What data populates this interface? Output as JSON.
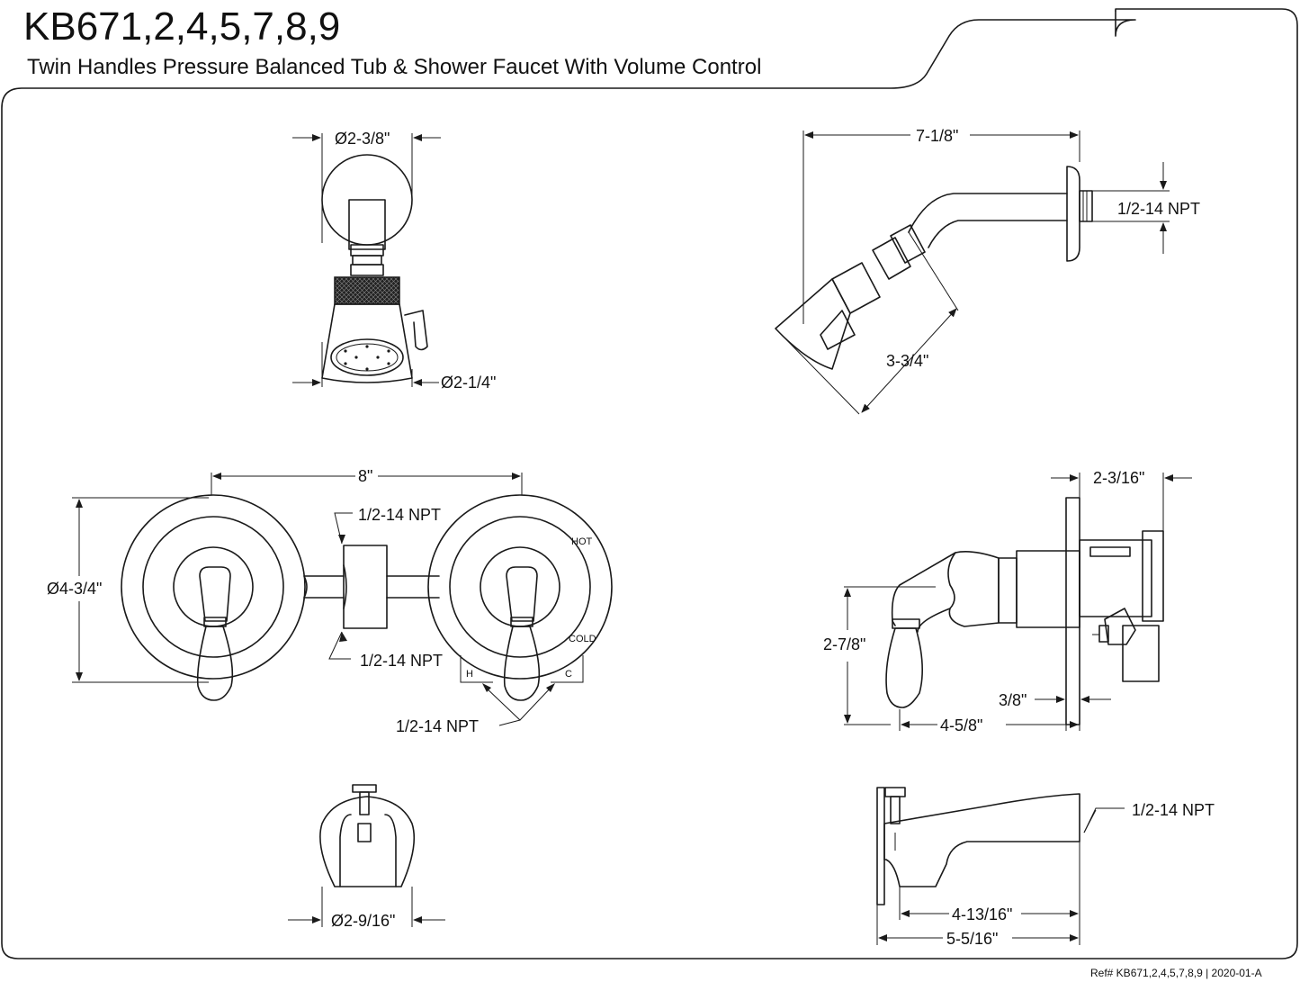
{
  "header": {
    "model": "KB671,2,4,5,7,8,9",
    "subtitle": "Twin Handles Pressure Balanced Tub & Shower Faucet With Volume Control"
  },
  "showerhead_front": {
    "top_diameter": "Ø2-3/8\"",
    "bottom_diameter": "Ø2-1/4\""
  },
  "showerhead_side": {
    "length": "7-1/8\"",
    "thread": "1/2-14 NPT",
    "head_length": "3-3/4\""
  },
  "valve_front": {
    "spacing": "8\"",
    "escutcheon_diameter": "Ø4-3/4\"",
    "top_thread": "1/2-14 NPT",
    "bottom_thread": "1/2-14 NPT",
    "inlet_thread": "1/2-14 NPT",
    "hot_label": "HOT",
    "cold_label": "COLD",
    "h_label": "H",
    "c_label": "C"
  },
  "valve_side": {
    "depth": "2-3/16\"",
    "height": "2-7/8\"",
    "plate_offset": "3/8\"",
    "reach": "4-5/8\""
  },
  "spout_front": {
    "diameter": "Ø2-9/16\""
  },
  "spout_side": {
    "thread": "1/2-14 NPT",
    "short_reach": "4-13/16\"",
    "reach": "5-5/16\""
  },
  "footer": {
    "reference": "Ref# KB671,2,4,5,7,8,9 | 2020-01-A"
  }
}
